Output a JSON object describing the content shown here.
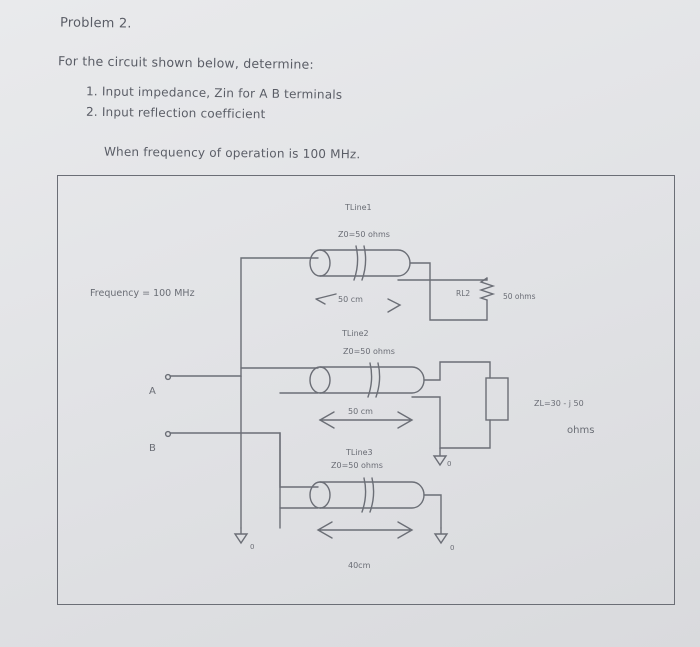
{
  "header": {
    "problem_label": "Problem 2.",
    "prompt": "For the circuit shown below, determine:",
    "questions": [
      "1.  Input impedance, Zin for A B terminals",
      "2.  Input reflection coefficient"
    ],
    "frequency_note": "When frequency of operation is 100 MHz."
  },
  "diagram": {
    "frequency_label": "Frequency = 100 MHz",
    "terminal_a": "A",
    "terminal_b": "B",
    "tline1": {
      "name": "TLine1",
      "z0": "Z0=50 ohms",
      "length": "50 cm"
    },
    "tline2": {
      "name": "TLine2",
      "z0": "Z0=50 ohms",
      "length": "50 cm"
    },
    "tline3": {
      "name": "TLine3",
      "z0": "Z0=50 ohms",
      "length": "40cm"
    },
    "resistor": {
      "name": "RL2",
      "value": "50 ohms"
    },
    "load": {
      "value": "ZL=30 - j 50",
      "unit": "ohms"
    },
    "ground_label": "0"
  }
}
